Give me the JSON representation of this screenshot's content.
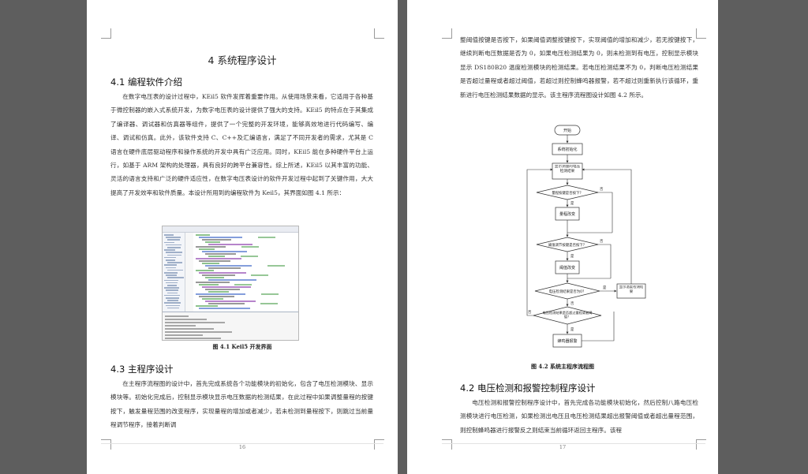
{
  "left_page": {
    "chapter_title": "4 系统程序设计",
    "section_4_1": "4.1 编程软件介绍",
    "para_keil": "在数字电压表的设计过程中，KEil5 软件发挥着重要作用。从使用场景来看，它适用于各种基于微控制器的嵌入式系统开发，为数字电压表的设计提供了强大的支持。KEil5 的特点在于其集成了编译器、调试器和仿真器等组件，提供了一个完整的开发环境，能够高效地进行代码编写、编译、调试和仿真。此外，该软件支持 C、C++及汇编语言，满足了不同开发者的需求，尤其是 C 语言在硬件底层驱动程序和操作系统的开发中具有广泛应用。同时，KEil5 能在多种硬件平台上运行，如基于 ARM 架构的处理器，具有良好的跨平台兼容性。综上所述，KEil5 以其丰富的功能、灵活的语言支持和广泛的硬件适应性，在数字电压表设计的软件开发过程中起到了关键作用，大大提高了开发效率和软件质量。本设计所用到的编程软件为 Keil5，其界面如图 4.1 所示：",
    "figure_4_1_caption": "图 4.1 Keil5 开发界面",
    "section_4_3": "4.3 主程序设计",
    "para_main": "在主程序流程图的设计中，首先完成系统各个功能模块的初始化，包含了电压检测模块、显示模块等。初始化完成后，控制显示模块显示电压数据的检测结果，在此过程中如果调整量程的按键按下，触发量程范围的改变程序，实现量程的增加或者减少，若未检测到量程按下，则跳过当前量程调节程序，接着判断调",
    "page_number": "16"
  },
  "right_page": {
    "para_cont": "整阈值按键是否按下，如果阈值调整按键按下，实现阈值的增加和减少，若无按键按下，继续判断电压数据是否为 0，如果电压检测结果为 0，则未检测到有电压，控制显示模块显示 DS180B20 温度检测模块的检测结果。若电压检测结果不为 0，判断电压检测结果是否超过量程或者超过阈值，若超过则控制蜂鸣器报警，若不超过则重新执行该循环，重新进行电压检测结果数据的显示。该主程序流程图设计如图 4.2 所示。",
    "flowchart": {
      "start": "开始",
      "init": "系统初始化",
      "display": "显示测量的电压检测结果",
      "cond_range": "量程按键是否按下？",
      "range_adjust": "量程改变",
      "cond_threshold": "阈值调节按键是否按下？",
      "threshold_adjust": "阈值改变",
      "cond_zero": "电压检测结果是否为0？",
      "temp_display": "显示温度检测结果",
      "cond_over": "电压检测结果是否超过量程或者阈值？",
      "alarm": "蜂鸣器报警",
      "yes": "是",
      "no": "否"
    },
    "figure_4_2_caption": "图 4.2 系统主程序流程图",
    "section_4_2": "4.2 电压检测和报警控制程序设计",
    "para_voltage": "电压检测和报警控制程序设计中，首先完成各功能模块初始化，然后控制八路电压检测模块进行电压检测，如果检测出电压且电压检测结果超出报警阈值或者超出量程范围，则控制蜂鸣器进行报警反之则结束当前循环返回主程序。该程",
    "page_number": "17"
  }
}
